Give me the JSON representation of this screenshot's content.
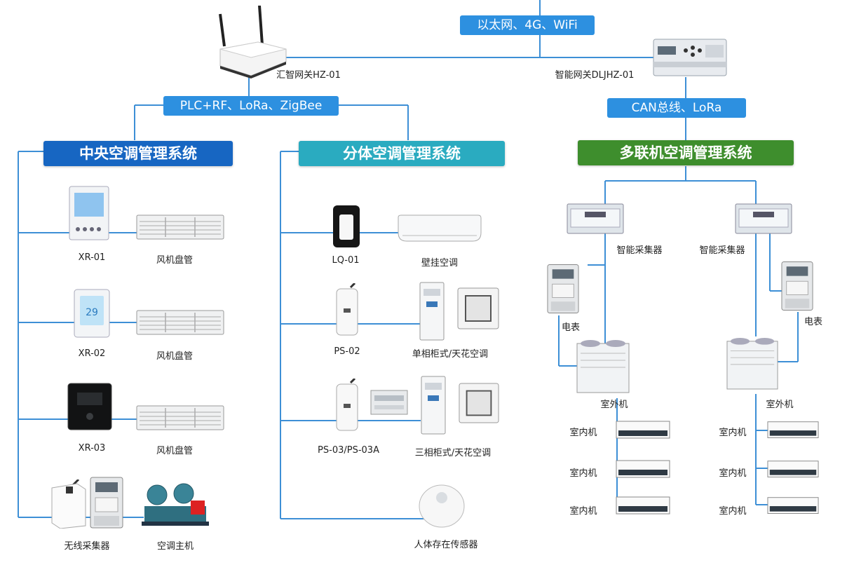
{
  "top_network_label": "以太网、4G、WiFi",
  "mid_left_network_label": "PLC+RF、LoRa、ZigBee",
  "mid_right_network_label": "CAN总线、LoRa",
  "gateway_left": {
    "name": "汇智网关HZ-01"
  },
  "gateway_right": {
    "name": "智能网关DLJHZ-01"
  },
  "systems": {
    "central": {
      "title": "中央空调管理系统",
      "color": "#1766c2",
      "rows": [
        {
          "controller": "XR-01",
          "unit": "风机盘管"
        },
        {
          "controller": "XR-02",
          "unit": "风机盘管"
        },
        {
          "controller": "XR-03",
          "unit": "风机盘管"
        },
        {
          "controller": "无线采集器",
          "unit": "空调主机"
        }
      ]
    },
    "split": {
      "title": "分体空调管理系统",
      "color": "#2aabc0",
      "rows": [
        {
          "controller": "LQ-01",
          "unit": "壁挂空调"
        },
        {
          "controller": "PS-02",
          "unit": "单相柜式/天花空调"
        },
        {
          "controller": "PS-03/PS-03A",
          "unit": "三相柜式/天花空调"
        },
        {
          "unit": "人体存在传感器"
        }
      ]
    },
    "vrf": {
      "title": "多联机空调管理系统",
      "color": "#3e8e2d",
      "collector_label": "智能采集器",
      "meter_label": "电表",
      "outdoor_label": "室外机",
      "indoor_label": "室内机"
    }
  },
  "colors": {
    "line": "#3d8fd6",
    "pill": "#2d90e0"
  }
}
